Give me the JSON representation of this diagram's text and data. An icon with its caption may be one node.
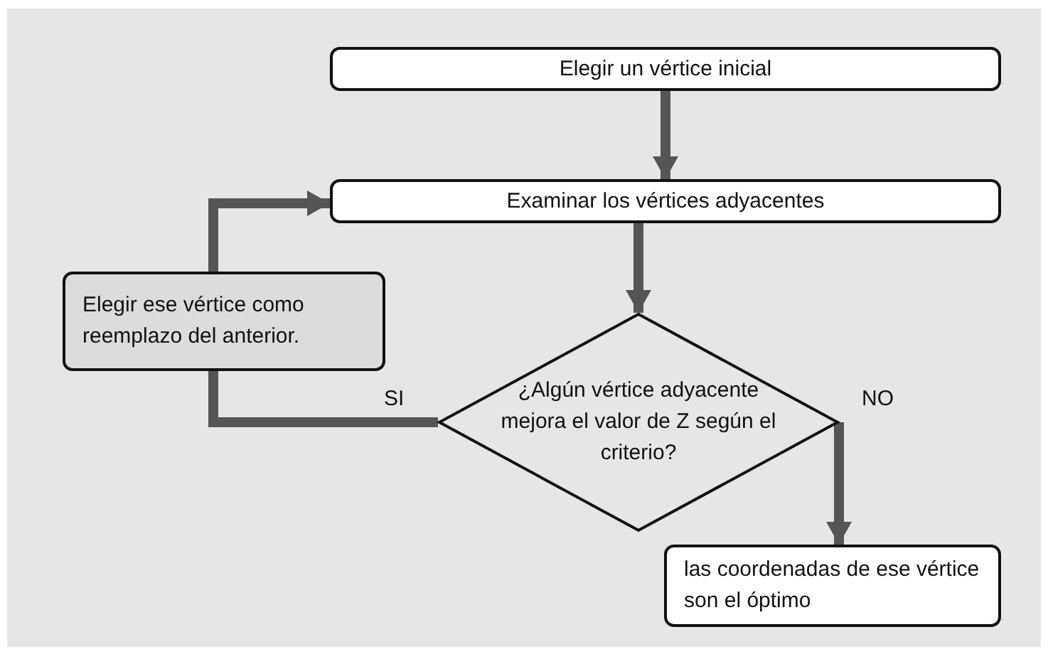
{
  "diagram": {
    "nodes": [
      {
        "text": [
          "Elegir un vértice inicial"
        ]
      },
      {
        "text": [
          "Examinar los vértices adyacentes"
        ]
      },
      {
        "text": [
          "Elegir ese vértice como reemplazo del anterior."
        ]
      },
      {
        "text": [
          "¿Algún vértice adyacente mejora el valor de Z según el criterio?"
        ]
      },
      {
        "text": [
          "las coordenadas de ese vértice son el óptimo"
        ]
      }
    ],
    "edges": [
      {
        "from": 0,
        "to": 1,
        "arrow": "to"
      },
      {
        "from": 1,
        "to": 3,
        "arrow": "to"
      },
      {
        "from": 3,
        "to": 2,
        "arrow": "none",
        "label": "SI"
      },
      {
        "from": 2,
        "to": 1,
        "arrow": "to"
      },
      {
        "from": 3,
        "to": 4,
        "arrow": "to",
        "label": "NO"
      }
    ]
  }
}
